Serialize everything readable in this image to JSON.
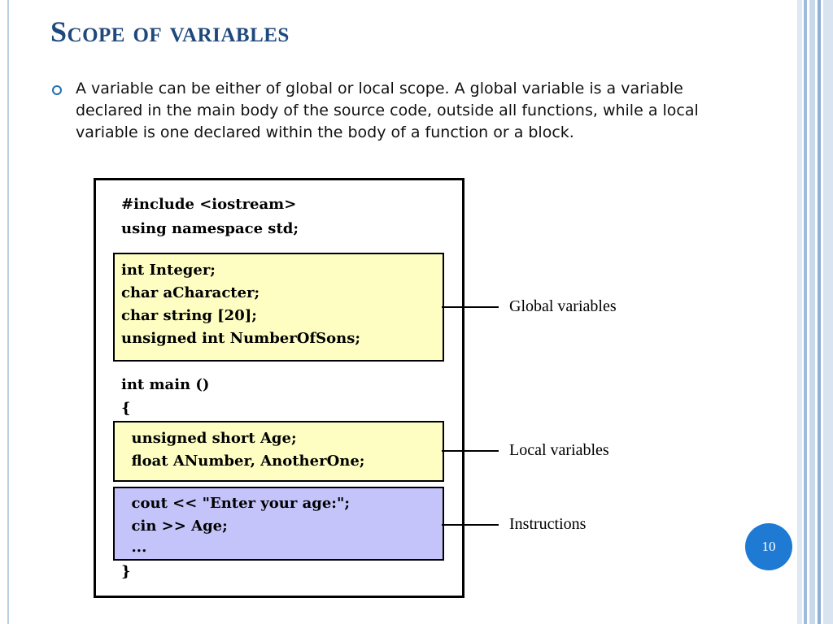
{
  "slide": {
    "title": "Scope of variables",
    "bullet": "A variable can be either of global or local scope. A global variable is a variable declared in the main body of the source code, outside all functions, while a local variable is one declared within the body of a function or a block.",
    "page_number": "10"
  },
  "code": {
    "header": [
      "#include <iostream>",
      "using namespace std;"
    ],
    "globals": [
      "int Integer;",
      "char aCharacter;",
      "char string [20];",
      "unsigned int NumberOfSons;"
    ],
    "main_open": [
      "int main ()",
      "{"
    ],
    "locals": [
      "  unsigned short Age;",
      "  float ANumber, AnotherOne;"
    ],
    "instructions": [
      "  cout << \"Enter your age:\";",
      "  cin >> Age;",
      "  ..."
    ],
    "close": "}"
  },
  "callouts": {
    "global": "Global variables",
    "local": "Local variables",
    "instructions": "Instructions"
  },
  "colors": {
    "title": "#1f497d",
    "global_box": "#fefec3",
    "local_box": "#fefec3",
    "instructions_box": "#c4c4fb",
    "page_badge": "#1f7ad3"
  }
}
